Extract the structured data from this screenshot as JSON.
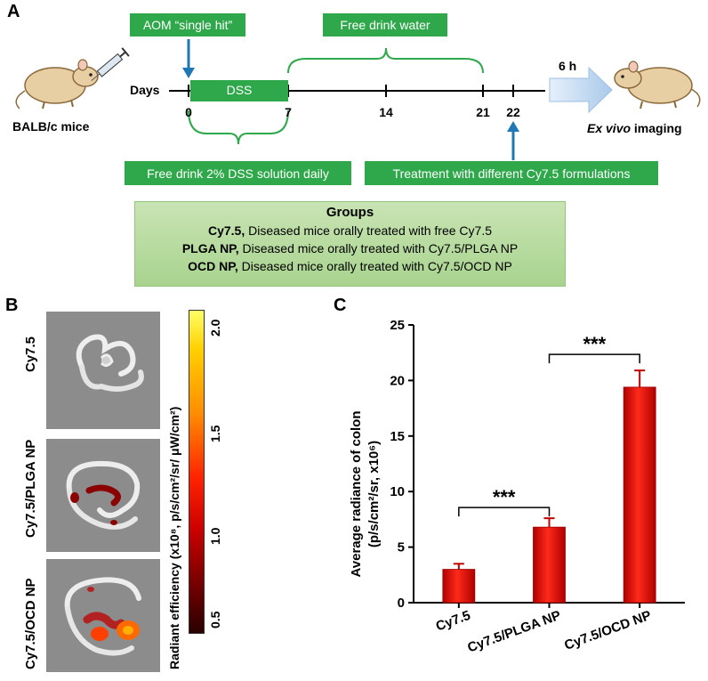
{
  "panel_a": {
    "letter": "A",
    "mouse_label": "BALB/c mice",
    "aom_label": "AOM “single hit”",
    "free_water_label": "Free drink water",
    "days_label": "Days",
    "dss_label": "DSS",
    "day_ticks": [
      "0",
      "7",
      "14",
      "21",
      "22"
    ],
    "six_h_label": "6 h",
    "ex_vivo_italic": "Ex vivo",
    "imaging_label": " imaging",
    "dss_daily_label": "Free drink 2% DSS solution daily",
    "treatment_label": "Treatment with different Cy7.5 formulations",
    "groups": {
      "title": "Groups",
      "rows": [
        {
          "name": "Cy7.5,",
          "desc": " Diseased mice orally treated with free Cy7.5"
        },
        {
          "name": "PLGA NP,",
          "desc": " Diseased mice orally treated with Cy7.5/PLGA NP"
        },
        {
          "name": "OCD NP,",
          "desc": " Diseased mice orally treated with Cy7.5/OCD NP"
        }
      ]
    },
    "colors": {
      "green": "#2ea84a",
      "blue_arrow": "#1f77b4"
    }
  },
  "panel_b": {
    "letter": "B",
    "image_labels": [
      "Cy7.5",
      "Cy7.5/PLGA NP",
      "Cy7.5/OCD NP"
    ],
    "colorbar_ticks": [
      "0.5",
      "1.0",
      "1.5",
      "2.0"
    ],
    "colorbar_label": "Radiant efficiency (x10⁸, p/s/cm²/sr/ μW/cm²)"
  },
  "chart_data": {
    "type": "bar",
    "panel_letter": "C",
    "categories": [
      "Cy7.5",
      "Cy7.5/PLGA NP",
      "Cy7.5/OCD NP"
    ],
    "values": [
      3.0,
      6.8,
      19.4
    ],
    "errors": [
      0.5,
      0.8,
      1.5
    ],
    "ylabel_line1": "Average radiance of colon",
    "ylabel_line2": "(p/s/cm²/sr, x10⁶)",
    "ylim": [
      0,
      25
    ],
    "yticks": [
      "0",
      "5",
      "10",
      "15",
      "20",
      "25"
    ],
    "significance": [
      {
        "from": 0,
        "to": 1,
        "label": "***"
      },
      {
        "from": 1,
        "to": 2,
        "label": "***"
      }
    ],
    "bar_color": "#e3120b"
  }
}
